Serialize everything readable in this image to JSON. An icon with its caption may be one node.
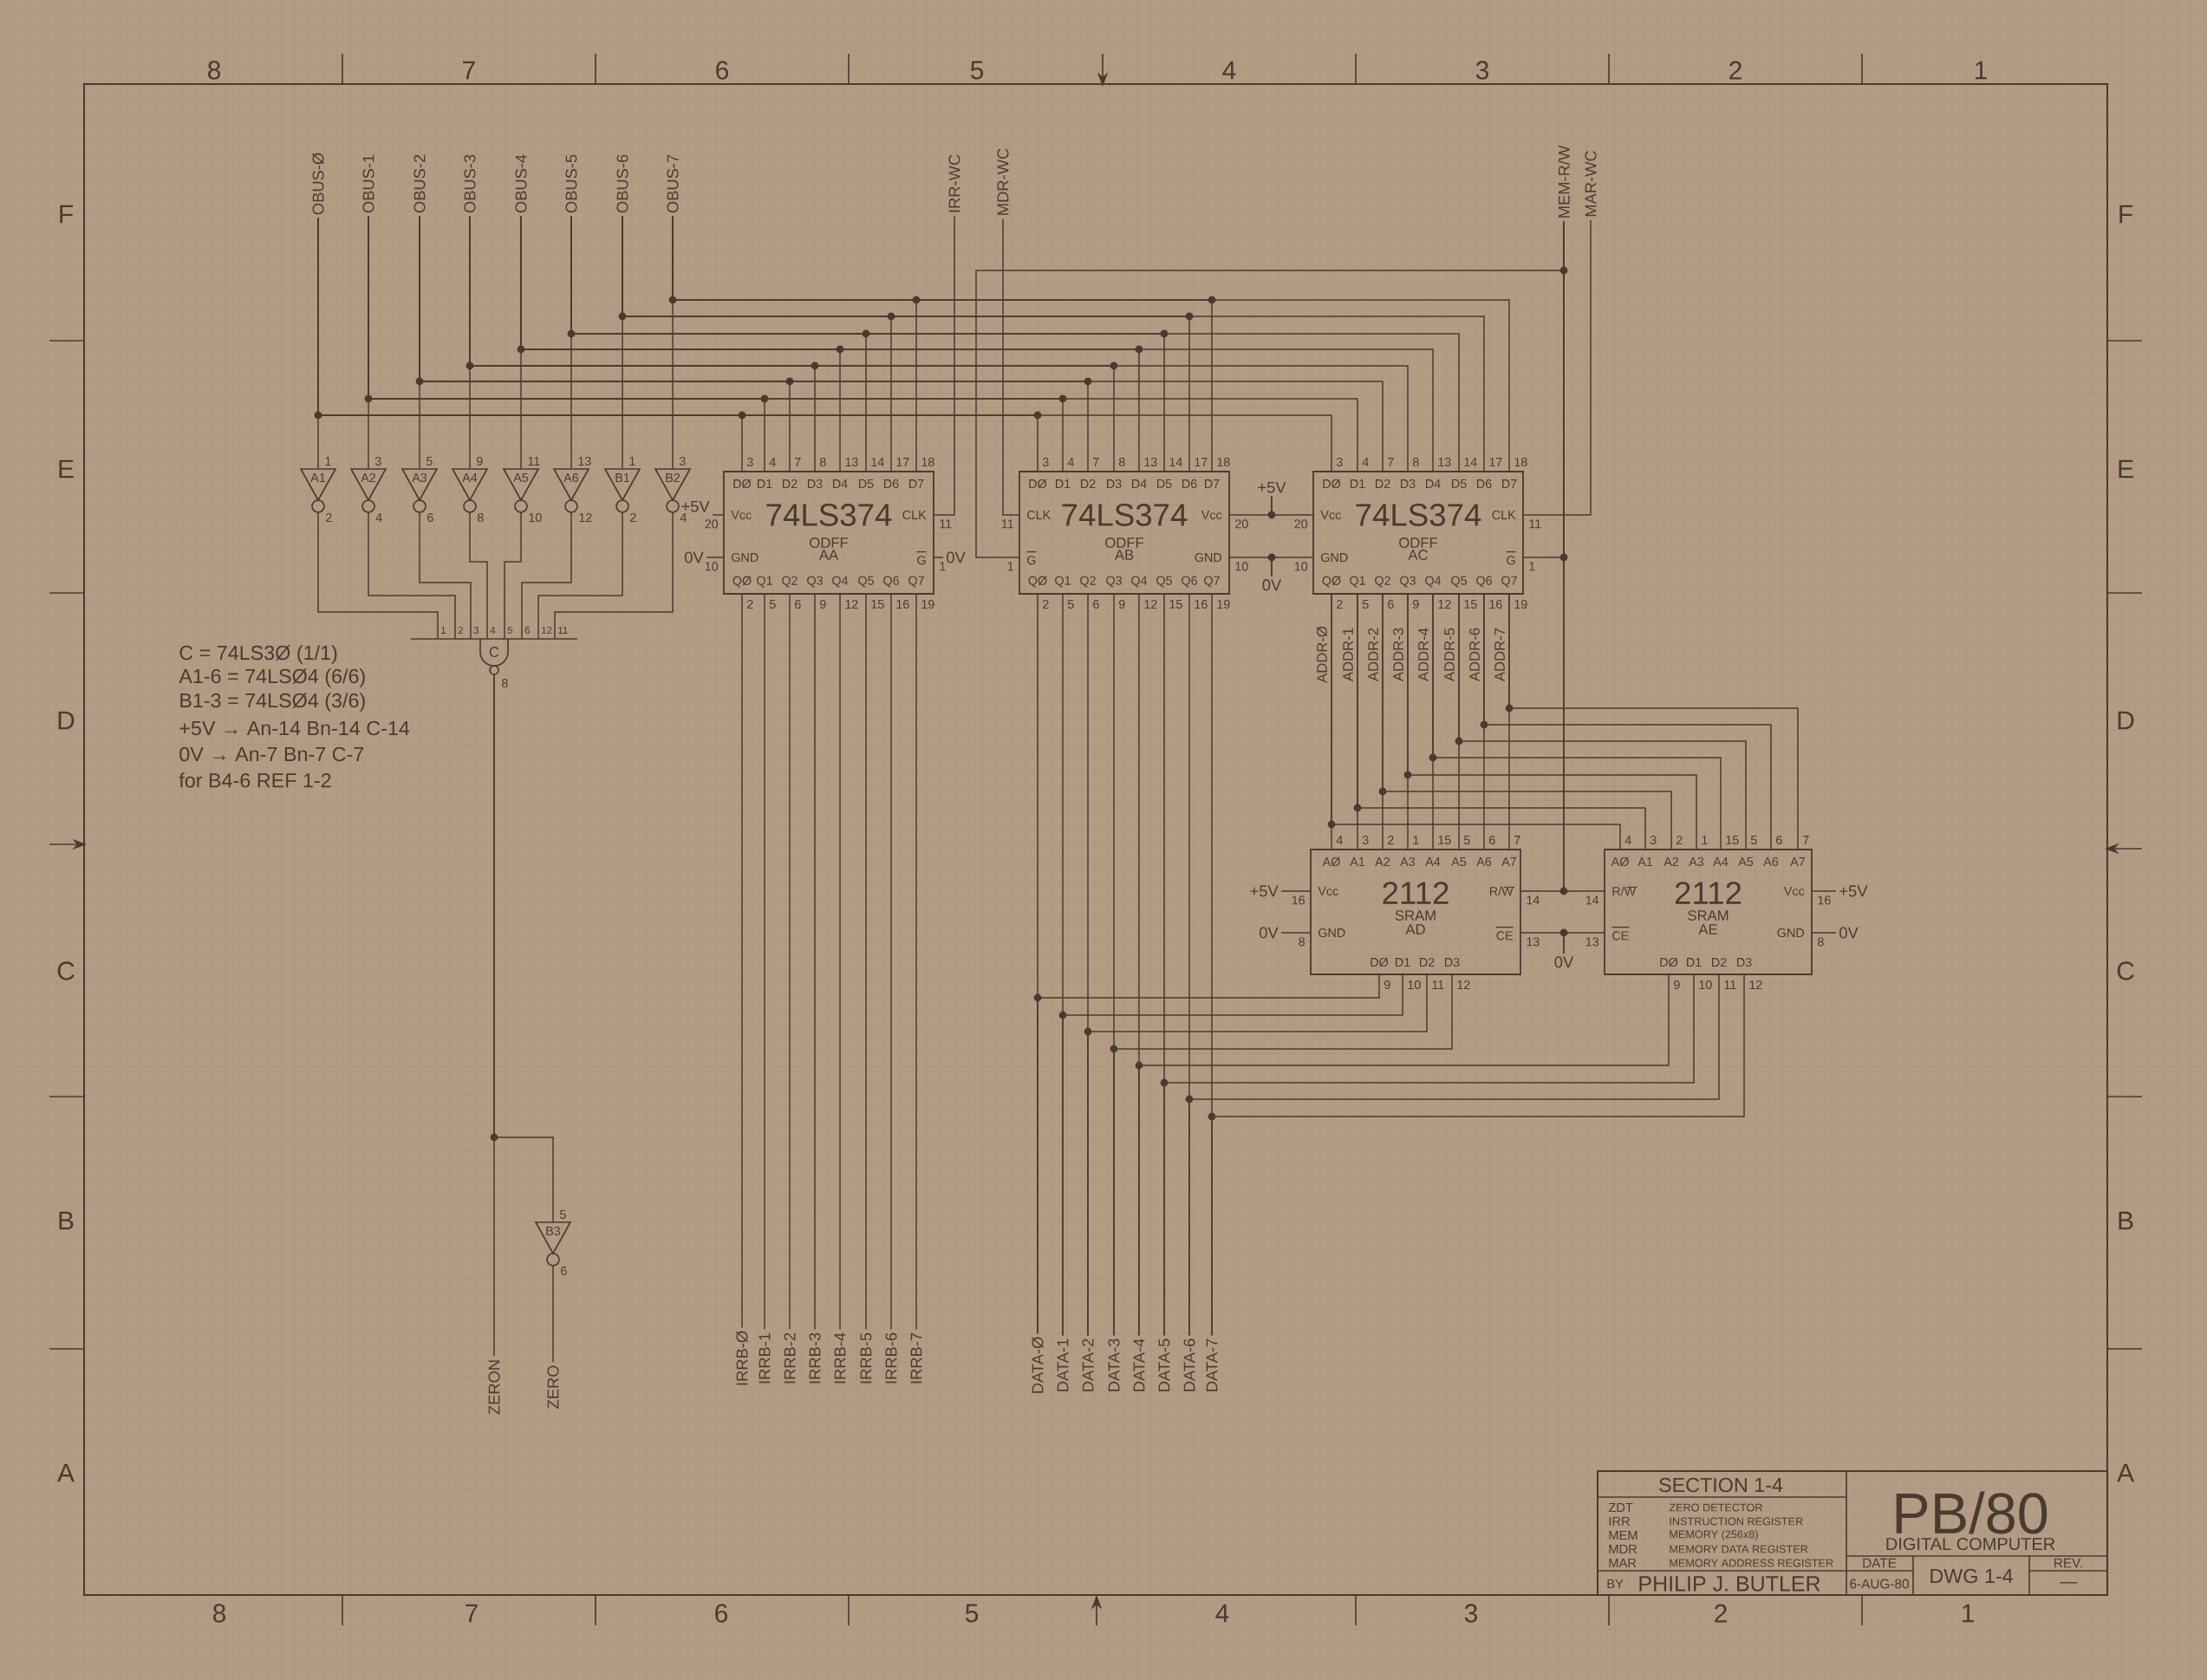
{
  "diagram": {
    "nodes": [
      {
        "text": [
          "OBUS-Ø"
        ]
      },
      {
        "text": [
          "OBUS-1"
        ]
      },
      {
        "text": [
          "OBUS-2"
        ]
      },
      {
        "text": [
          "OBUS-3"
        ]
      },
      {
        "text": [
          "OBUS-4"
        ]
      },
      {
        "text": [
          "OBUS-5"
        ]
      },
      {
        "text": [
          "OBUS-6"
        ]
      },
      {
        "text": [
          "OBUS-7"
        ]
      },
      {
        "text": [
          "IRR-WC"
        ]
      },
      {
        "text": [
          "MDR-WC"
        ]
      },
      {
        "text": [
          "MEM-R/W"
        ]
      },
      {
        "text": [
          "MAR-WC"
        ]
      },
      {
        "text": [
          "A1"
        ],
        "beside": [
          "1",
          "2"
        ]
      },
      {
        "text": [
          "A2"
        ],
        "beside": [
          "3",
          "4"
        ]
      },
      {
        "text": [
          "A3"
        ],
        "beside": [
          "5",
          "6"
        ]
      },
      {
        "text": [
          "A4"
        ],
        "beside": [
          "9",
          "8"
        ]
      },
      {
        "text": [
          "A5"
        ],
        "beside": [
          "11",
          "10"
        ]
      },
      {
        "text": [
          "A6"
        ],
        "beside": [
          "13",
          "12"
        ]
      },
      {
        "text": [
          "B1"
        ],
        "beside": [
          "1",
          "2"
        ]
      },
      {
        "text": [
          "B2"
        ],
        "beside": [
          "3",
          "4"
        ]
      },
      {
        "text": [
          "C"
        ],
        "beside": [
          "1",
          "2",
          "3",
          "4",
          "5",
          "6",
          "12",
          "11",
          "8"
        ]
      },
      {
        "text": [
          "B3"
        ],
        "beside": [
          "5",
          "6"
        ]
      },
      {
        "text": [
          "ZERON"
        ]
      },
      {
        "text": [
          "ZERO"
        ]
      },
      {
        "text": [
          "74LS374",
          "ODFF",
          "AA",
          "DØ",
          "D1",
          "D2",
          "D3",
          "D4",
          "D5",
          "D6",
          "D7",
          "QØ",
          "Q1",
          "Q2",
          "Q3",
          "Q4",
          "Q5",
          "Q6",
          "Q7",
          "Vcc",
          "GND",
          "CLK",
          "G"
        ],
        "beside": [
          "3",
          "4",
          "7",
          "8",
          "13",
          "14",
          "17",
          "18",
          "2",
          "5",
          "6",
          "9",
          "12",
          "15",
          "16",
          "19",
          "20",
          "10",
          "11",
          "1"
        ]
      },
      {
        "text": [
          "74LS374",
          "ODFF",
          "AB",
          "DØ",
          "D1",
          "D2",
          "D3",
          "D4",
          "D5",
          "D6",
          "D7",
          "QØ",
          "Q1",
          "Q2",
          "Q3",
          "Q4",
          "Q5",
          "Q6",
          "Q7",
          "Vcc",
          "GND",
          "CLK",
          "G"
        ],
        "beside": [
          "3",
          "4",
          "7",
          "8",
          "13",
          "14",
          "17",
          "18",
          "2",
          "5",
          "6",
          "9",
          "12",
          "15",
          "16",
          "19",
          "20",
          "10",
          "11",
          "1"
        ]
      },
      {
        "text": [
          "74LS374",
          "ODFF",
          "AC",
          "DØ",
          "D1",
          "D2",
          "D3",
          "D4",
          "D5",
          "D6",
          "D7",
          "QØ",
          "Q1",
          "Q2",
          "Q3",
          "Q4",
          "Q5",
          "Q6",
          "Q7",
          "Vcc",
          "GND",
          "CLK",
          "G"
        ],
        "beside": [
          "3",
          "4",
          "7",
          "8",
          "13",
          "14",
          "17",
          "18",
          "2",
          "5",
          "6",
          "9",
          "12",
          "15",
          "16",
          "19",
          "20",
          "10",
          "11",
          "1"
        ]
      },
      {
        "text": [
          "+5V"
        ]
      },
      {
        "text": [
          "0V"
        ]
      },
      {
        "text": [
          "0V"
        ]
      },
      {
        "text": [
          "+5V"
        ]
      },
      {
        "text": [
          "0V"
        ]
      },
      {
        "text": [
          "IRRB-Ø"
        ]
      },
      {
        "text": [
          "IRRB-1"
        ]
      },
      {
        "text": [
          "IRRB-2"
        ]
      },
      {
        "text": [
          "IRRB-3"
        ]
      },
      {
        "text": [
          "IRRB-4"
        ]
      },
      {
        "text": [
          "IRRB-5"
        ]
      },
      {
        "text": [
          "IRRB-6"
        ]
      },
      {
        "text": [
          "IRRB-7"
        ]
      },
      {
        "text": [
          "DATA-Ø"
        ]
      },
      {
        "text": [
          "DATA-1"
        ]
      },
      {
        "text": [
          "DATA-2"
        ]
      },
      {
        "text": [
          "DATA-3"
        ]
      },
      {
        "text": [
          "DATA-4"
        ]
      },
      {
        "text": [
          "DATA-5"
        ]
      },
      {
        "text": [
          "DATA-6"
        ]
      },
      {
        "text": [
          "DATA-7"
        ]
      },
      {
        "text": [
          "2112",
          "SRAM",
          "AD",
          "AØ",
          "A1",
          "A2",
          "A3",
          "A4",
          "A5",
          "A6",
          "A7",
          "DØ",
          "D1",
          "D2",
          "D3",
          "Vcc",
          "GND",
          "R/W",
          "CE"
        ],
        "beside": [
          "4",
          "3",
          "2",
          "1",
          "15",
          "5",
          "6",
          "7",
          "9",
          "10",
          "11",
          "12",
          "16",
          "8",
          "14",
          "13"
        ]
      },
      {
        "text": [
          "2112",
          "SRAM",
          "AE",
          "AØ",
          "A1",
          "A2",
          "A3",
          "A4",
          "A5",
          "A6",
          "A7",
          "DØ",
          "D1",
          "D2",
          "D3",
          "Vcc",
          "GND",
          "R/W",
          "CE"
        ],
        "beside": [
          "4",
          "3",
          "2",
          "1",
          "15",
          "5",
          "6",
          "7",
          "9",
          "10",
          "11",
          "12",
          "16",
          "8",
          "14",
          "13"
        ]
      },
      {
        "text": [
          "+5V"
        ]
      },
      {
        "text": [
          "0V"
        ]
      },
      {
        "text": [
          "+5V"
        ]
      },
      {
        "text": [
          "0V"
        ]
      },
      {
        "text": [
          "0V"
        ]
      }
    ],
    "edges": [
      {
        "from": 0,
        "to": 12,
        "arrow": "none"
      },
      {
        "from": 1,
        "to": 13,
        "arrow": "none"
      },
      {
        "from": 2,
        "to": 14,
        "arrow": "none"
      },
      {
        "from": 3,
        "to": 15,
        "arrow": "none"
      },
      {
        "from": 4,
        "to": 16,
        "arrow": "none"
      },
      {
        "from": 5,
        "to": 17,
        "arrow": "none"
      },
      {
        "from": 6,
        "to": 18,
        "arrow": "none"
      },
      {
        "from": 7,
        "to": 19,
        "arrow": "none"
      },
      {
        "from": 0,
        "to": 24,
        "arrow": "none"
      },
      {
        "from": 1,
        "to": 24,
        "arrow": "none"
      },
      {
        "from": 2,
        "to": 24,
        "arrow": "none"
      },
      {
        "from": 3,
        "to": 24,
        "arrow": "none"
      },
      {
        "from": 4,
        "to": 24,
        "arrow": "none"
      },
      {
        "from": 5,
        "to": 24,
        "arrow": "none"
      },
      {
        "from": 6,
        "to": 24,
        "arrow": "none"
      },
      {
        "from": 7,
        "to": 24,
        "arrow": "none"
      },
      {
        "from": 0,
        "to": 25,
        "arrow": "none"
      },
      {
        "from": 1,
        "to": 25,
        "arrow": "none"
      },
      {
        "from": 2,
        "to": 25,
        "arrow": "none"
      },
      {
        "from": 3,
        "to": 25,
        "arrow": "none"
      },
      {
        "from": 4,
        "to": 25,
        "arrow": "none"
      },
      {
        "from": 5,
        "to": 25,
        "arrow": "none"
      },
      {
        "from": 6,
        "to": 25,
        "arrow": "none"
      },
      {
        "from": 7,
        "to": 25,
        "arrow": "none"
      },
      {
        "from": 0,
        "to": 26,
        "arrow": "none"
      },
      {
        "from": 1,
        "to": 26,
        "arrow": "none"
      },
      {
        "from": 2,
        "to": 26,
        "arrow": "none"
      },
      {
        "from": 3,
        "to": 26,
        "arrow": "none"
      },
      {
        "from": 4,
        "to": 26,
        "arrow": "none"
      },
      {
        "from": 5,
        "to": 26,
        "arrow": "none"
      },
      {
        "from": 6,
        "to": 26,
        "arrow": "none"
      },
      {
        "from": 7,
        "to": 26,
        "arrow": "none"
      },
      {
        "from": 12,
        "to": 20,
        "arrow": "none"
      },
      {
        "from": 13,
        "to": 20,
        "arrow": "none"
      },
      {
        "from": 14,
        "to": 20,
        "arrow": "none"
      },
      {
        "from": 15,
        "to": 20,
        "arrow": "none"
      },
      {
        "from": 16,
        "to": 20,
        "arrow": "none"
      },
      {
        "from": 17,
        "to": 20,
        "arrow": "none"
      },
      {
        "from": 18,
        "to": 20,
        "arrow": "none"
      },
      {
        "from": 19,
        "to": 20,
        "arrow": "none"
      },
      {
        "from": 20,
        "to": 22,
        "arrow": "none"
      },
      {
        "from": 20,
        "to": 21,
        "arrow": "none"
      },
      {
        "from": 21,
        "to": 23,
        "arrow": "none"
      },
      {
        "from": 8,
        "to": 24,
        "arrow": "none"
      },
      {
        "from": 9,
        "to": 25,
        "arrow": "none"
      },
      {
        "from": 10,
        "to": 25,
        "arrow": "none"
      },
      {
        "from": 10,
        "to": 26,
        "arrow": "none"
      },
      {
        "from": 10,
        "to": 48,
        "arrow": "none"
      },
      {
        "from": 10,
        "to": 49,
        "arrow": "none"
      },
      {
        "from": 11,
        "to": 26,
        "arrow": "none"
      },
      {
        "from": 27,
        "to": 24,
        "arrow": "none"
      },
      {
        "from": 28,
        "to": 24,
        "arrow": "none"
      },
      {
        "from": 24,
        "to": 29,
        "arrow": "none"
      },
      {
        "from": 30,
        "to": 25,
        "arrow": "none"
      },
      {
        "from": 30,
        "to": 26,
        "arrow": "none"
      },
      {
        "from": 31,
        "to": 25,
        "arrow": "none"
      },
      {
        "from": 31,
        "to": 26,
        "arrow": "none"
      },
      {
        "from": 24,
        "to": 32,
        "arrow": "none"
      },
      {
        "from": 24,
        "to": 33,
        "arrow": "none"
      },
      {
        "from": 24,
        "to": 34,
        "arrow": "none"
      },
      {
        "from": 24,
        "to": 35,
        "arrow": "none"
      },
      {
        "from": 24,
        "to": 36,
        "arrow": "none"
      },
      {
        "from": 24,
        "to": 37,
        "arrow": "none"
      },
      {
        "from": 24,
        "to": 38,
        "arrow": "none"
      },
      {
        "from": 24,
        "to": 39,
        "arrow": "none"
      },
      {
        "from": 25,
        "to": 40,
        "arrow": "none"
      },
      {
        "from": 25,
        "to": 41,
        "arrow": "none"
      },
      {
        "from": 25,
        "to": 42,
        "arrow": "none"
      },
      {
        "from": 25,
        "to": 43,
        "arrow": "none"
      },
      {
        "from": 25,
        "to": 44,
        "arrow": "none"
      },
      {
        "from": 25,
        "to": 45,
        "arrow": "none"
      },
      {
        "from": 25,
        "to": 46,
        "arrow": "none"
      },
      {
        "from": 25,
        "to": 47,
        "arrow": "none"
      },
      {
        "from": 48,
        "to": 40,
        "arrow": "none"
      },
      {
        "from": 48,
        "to": 41,
        "arrow": "none"
      },
      {
        "from": 48,
        "to": 42,
        "arrow": "none"
      },
      {
        "from": 48,
        "to": 43,
        "arrow": "none"
      },
      {
        "from": 49,
        "to": 44,
        "arrow": "none"
      },
      {
        "from": 49,
        "to": 45,
        "arrow": "none"
      },
      {
        "from": 49,
        "to": 46,
        "arrow": "none"
      },
      {
        "from": 49,
        "to": 47,
        "arrow": "none"
      },
      {
        "from": 26,
        "to": 48,
        "arrow": "none",
        "label": "ADDR-Ø"
      },
      {
        "from": 26,
        "to": 48,
        "arrow": "none",
        "label": "ADDR-1"
      },
      {
        "from": 26,
        "to": 48,
        "arrow": "none",
        "label": "ADDR-2"
      },
      {
        "from": 26,
        "to": 48,
        "arrow": "none",
        "label": "ADDR-3"
      },
      {
        "from": 26,
        "to": 48,
        "arrow": "none",
        "label": "ADDR-4"
      },
      {
        "from": 26,
        "to": 48,
        "arrow": "none",
        "label": "ADDR-5"
      },
      {
        "from": 26,
        "to": 48,
        "arrow": "none",
        "label": "ADDR-6"
      },
      {
        "from": 26,
        "to": 48,
        "arrow": "none",
        "label": "ADDR-7"
      },
      {
        "from": 26,
        "to": 49,
        "arrow": "none"
      },
      {
        "from": 26,
        "to": 49,
        "arrow": "none"
      },
      {
        "from": 26,
        "to": 49,
        "arrow": "none"
      },
      {
        "from": 26,
        "to": 49,
        "arrow": "none"
      },
      {
        "from": 26,
        "to": 49,
        "arrow": "none"
      },
      {
        "from": 26,
        "to": 49,
        "arrow": "none"
      },
      {
        "from": 26,
        "to": 49,
        "arrow": "none"
      },
      {
        "from": 26,
        "to": 49,
        "arrow": "none"
      },
      {
        "from": 50,
        "to": 48,
        "arrow": "none"
      },
      {
        "from": 51,
        "to": 48,
        "arrow": "none"
      },
      {
        "from": 52,
        "to": 49,
        "arrow": "none"
      },
      {
        "from": 53,
        "to": 49,
        "arrow": "none"
      },
      {
        "from": 54,
        "to": 48,
        "arrow": "none"
      },
      {
        "from": 54,
        "to": 49,
        "arrow": "none"
      }
    ],
    "labels": [
      "8",
      "7",
      "6",
      "5",
      "4",
      "3",
      "2",
      "1",
      "F",
      "F",
      "E",
      "E",
      "D",
      "D",
      "C",
      "C",
      "B",
      "B",
      "A",
      "A",
      "C = 74LS3Ø (1/1)",
      "A1-6 = 74LSØ4 (6/6)",
      "B1-3 = 74LSØ4 (3/6)",
      "+5V → An-14 Bn-14 C-14",
      "0V → An-7 Bn-7 C-7",
      "for B4-6 REF 1-2",
      "8",
      "7",
      "6",
      "5",
      "4",
      "3",
      "2",
      "1",
      "SECTION 1-4",
      "ZDT",
      "ZERO DETECTOR",
      "IRR",
      "INSTRUCTION REGISTER",
      "MEM",
      "MEMORY (256x8)",
      "MDR",
      "MEMORY DATA REGISTER",
      "MAR",
      "MEMORY ADDRESS REGISTER",
      "BY",
      "PHILIP J. BUTLER",
      "PB/80",
      "DIGITAL COMPUTER",
      "DATE",
      "6-AUG-80",
      "DWG 1-4",
      "REV.",
      "—"
    ]
  }
}
